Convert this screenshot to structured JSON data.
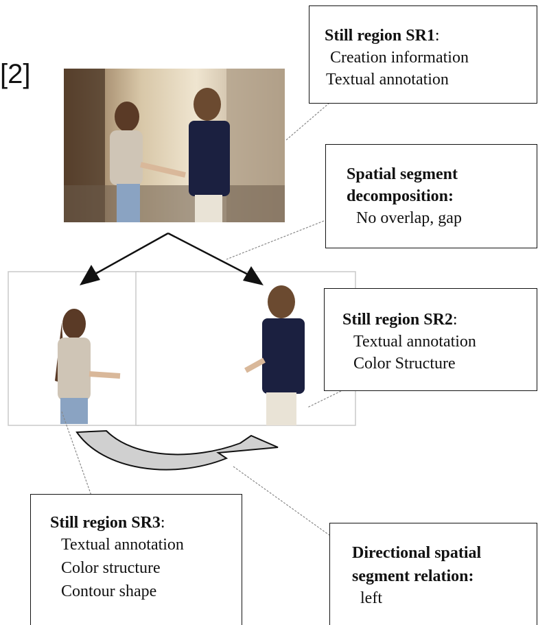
{
  "reference": "[2]",
  "annotations": {
    "sr1": {
      "title": "Still region SR1",
      "colon": ":",
      "items": [
        "Creation information",
        "Textual annotation"
      ]
    },
    "decomposition": {
      "title_line1": "Spatial segment",
      "title_line2": "decomposition:",
      "items": [
        "No overlap, gap"
      ]
    },
    "sr2": {
      "title": "Still region SR2",
      "colon": ":",
      "items": [
        "Textual annotation",
        "Color Structure"
      ]
    },
    "sr3": {
      "title": "Still region SR3",
      "colon": ":",
      "items": [
        "Textual annotation",
        "Color structure",
        "Contour shape"
      ]
    },
    "relation": {
      "title_line1": "Directional spatial",
      "title_line2": "segment relation:",
      "items": [
        "left"
      ]
    }
  },
  "colors": {
    "line": "#111111",
    "curved_arrow_fill": "#d0d0d0",
    "photo_sky": "#c9b79a",
    "shirt": "#1b2040"
  }
}
